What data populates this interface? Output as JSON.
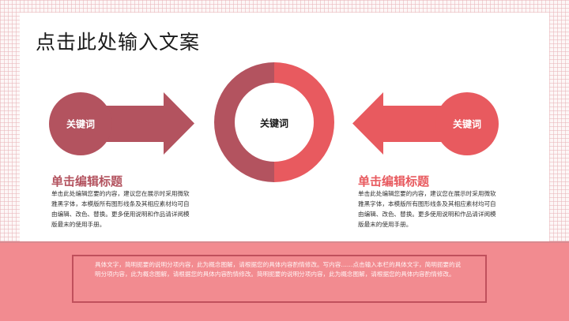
{
  "slide": {
    "title": "点击此处输入文案",
    "colors": {
      "dark_red": "#b3535f",
      "coral": "#e85a5f",
      "band_pink": "#f28b90",
      "box_border": "#c0505c"
    }
  },
  "diagram": {
    "left_node": {
      "label": "关键词",
      "arrow_direction": "right"
    },
    "center_node": {
      "label": "关键词"
    },
    "right_node": {
      "label": "关键词",
      "arrow_direction": "left"
    }
  },
  "sections": [
    {
      "title": "单击编辑标题",
      "title_color": "#b3535f",
      "body": "单击此处编辑您要的内容，建议您在展示时采用微软雅黑字体，本模版所有图形线条及其相应素材均可自由编辑、改色、替换。更多使用说明和作品请详阅模版最末的使用手册。"
    },
    {
      "title": "单击编辑标题",
      "title_color": "#e85a5f",
      "body": "单击此处编辑您要的内容，建议您在展示时采用微软雅黑字体，本模版所有图形线条及其相应素材均可自由编辑、改色、替换。更多使用说明和作品请详阅模版最末的使用手册。"
    }
  ],
  "footer_note": {
    "text": "具体文字，简明扼要的说明分项内容，此为概念图解，请根据您的具体内容酌情修改。写内容……点击输入本栏的具体文字，简明扼要的说明分项内容，此为概念图解，请根据您的具体内容酌情修改。简明扼要的说明分项内容，此为概念图解，请根据您的具体内容酌情修改。"
  }
}
